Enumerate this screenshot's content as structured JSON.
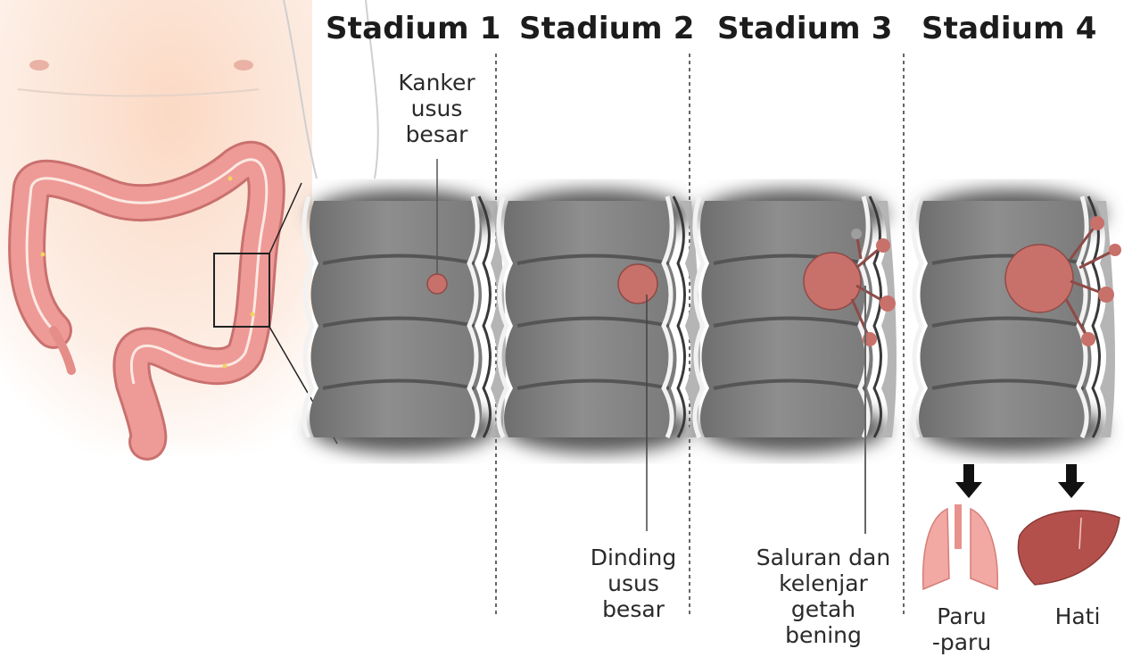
{
  "stages": [
    {
      "title": "Stadium 1"
    },
    {
      "title": "Stadium 2"
    },
    {
      "title": "Stadium 3"
    },
    {
      "title": "Stadium 4"
    }
  ],
  "labels": {
    "kanker": [
      "Kanker",
      "usus",
      "besar"
    ],
    "dinding": [
      "Dinding",
      "usus",
      "besar"
    ],
    "saluran": [
      "Saluran dan",
      "kelenjar",
      "getah",
      "bening"
    ],
    "paru": [
      "Paru",
      "-paru"
    ],
    "hati": [
      "Hati"
    ]
  },
  "colors": {
    "colon": "#ee9a96",
    "colon_outline": "#c9716f",
    "tumor": "#c8706a",
    "intestine_gray": "#8a8a8a",
    "liver": "#b4504c",
    "lungs": "#f2a8a3",
    "skin": "#fbe3d5"
  },
  "icons": [
    "colon-illustration",
    "down-arrow-icon",
    "lungs-icon",
    "liver-icon"
  ]
}
